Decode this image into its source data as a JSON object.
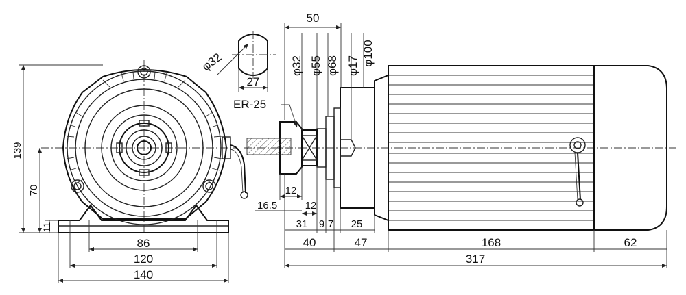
{
  "end_view": {
    "dim_width_base": "86",
    "dim_mount_holes": "120",
    "dim_overall_width": "140",
    "dim_overall_height": "139",
    "dim_shaft_height": "70",
    "dim_foot_thickness": "11"
  },
  "shaft_detail": {
    "dia_shaft": "φ32",
    "flat_width": "27"
  },
  "side_view": {
    "collet_label": "ER-25",
    "dim_flange_span": "50",
    "dia_labels": [
      "φ32",
      "φ55",
      "φ68",
      "φ17",
      "φ100"
    ],
    "dim_12_upper": "12",
    "dim_16_5": "16.5",
    "dim_12_lower": "12",
    "dim_31": "31",
    "dim_9": "9",
    "dim_7": "7",
    "dim_25": "25",
    "dim_40": "40",
    "dim_47": "47",
    "dim_168": "168",
    "dim_62": "62",
    "dim_317": "317"
  }
}
